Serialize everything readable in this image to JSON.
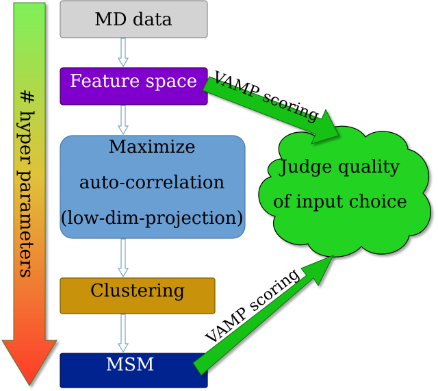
{
  "pipeline": {
    "md_data": "MD data",
    "feature_space": "Feature space",
    "maximize_line1": "Maximize",
    "maximize_line2": "auto-correlation",
    "maximize_line3": "(low-dim-projection)",
    "clustering": "Clustering",
    "msm": "MSM"
  },
  "side_arrow": {
    "label": "# hyper parameters"
  },
  "vamp": {
    "upper_label": "VAMP scoring",
    "lower_label": "VAMP scoring"
  },
  "cloud": {
    "line1": "Judge quality",
    "line2": "of input choice"
  },
  "colors": {
    "md_data": "#d3d3d3",
    "feature_space": "#7f00cc",
    "maximize": "#6a9fd4",
    "clustering": "#c8920a",
    "msm": "#00238f",
    "cloud": "#21d321",
    "vamp_arrow": "#16c116",
    "gradient_top": "#7ef05a",
    "gradient_bottom": "#ff3b2a"
  }
}
